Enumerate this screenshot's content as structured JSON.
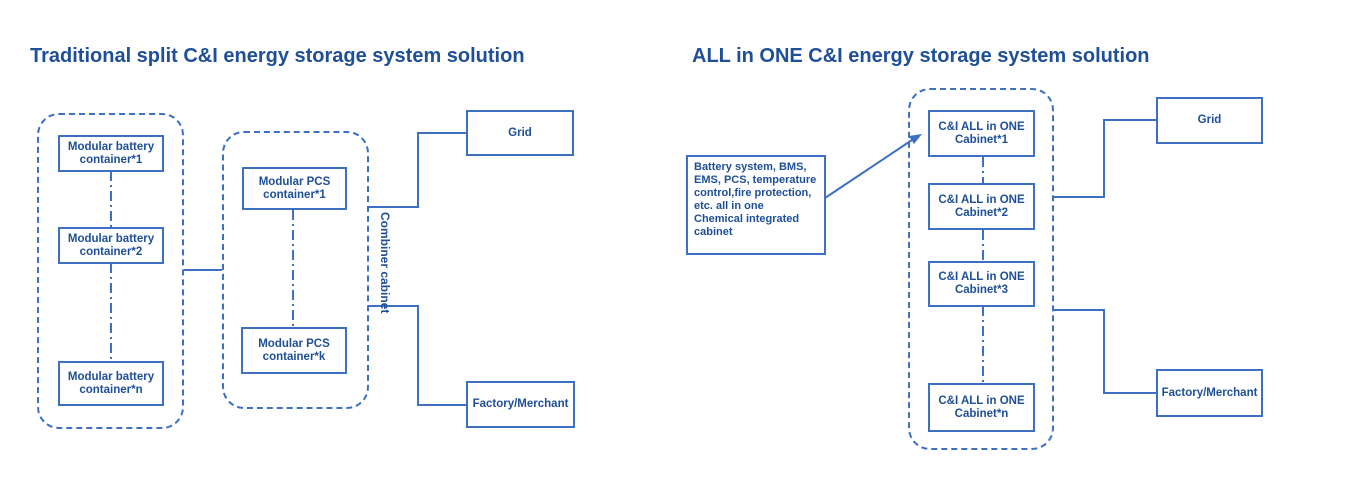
{
  "colors": {
    "line": "#3d6fc3",
    "text": "#1e4f97"
  },
  "left": {
    "title": "Traditional split C&I energy storage system solution",
    "battery_containers": [
      "Modular  battery\ncontainer*1",
      "Modular  battery\ncontainer*2",
      "Modular  battery\ncontainer*n"
    ],
    "pcs_containers": [
      "Modular  PCS\ncontainer*1",
      "Modular  PCS\ncontainer*k"
    ],
    "combiner_label": "Combiner cabinet",
    "grid": "Grid",
    "factory": "Factory/Merchant"
  },
  "right": {
    "title": "ALL in ONE C&I energy storage system solution",
    "description": "Battery system, BMS,\nEMS, PCS, temperature\ncontrol,fire protection,\n etc. all in one\nChemical integrated\ncabinet",
    "cabinets": [
      "C&I ALL in ONE\nCabinet*1",
      "C&I ALL in ONE\nCabinet*2",
      "C&I ALL in ONE\nCabinet*3",
      "C&I ALL in ONE\nCabinet*n"
    ],
    "grid": "Grid",
    "factory": "Factory/Merchant"
  }
}
